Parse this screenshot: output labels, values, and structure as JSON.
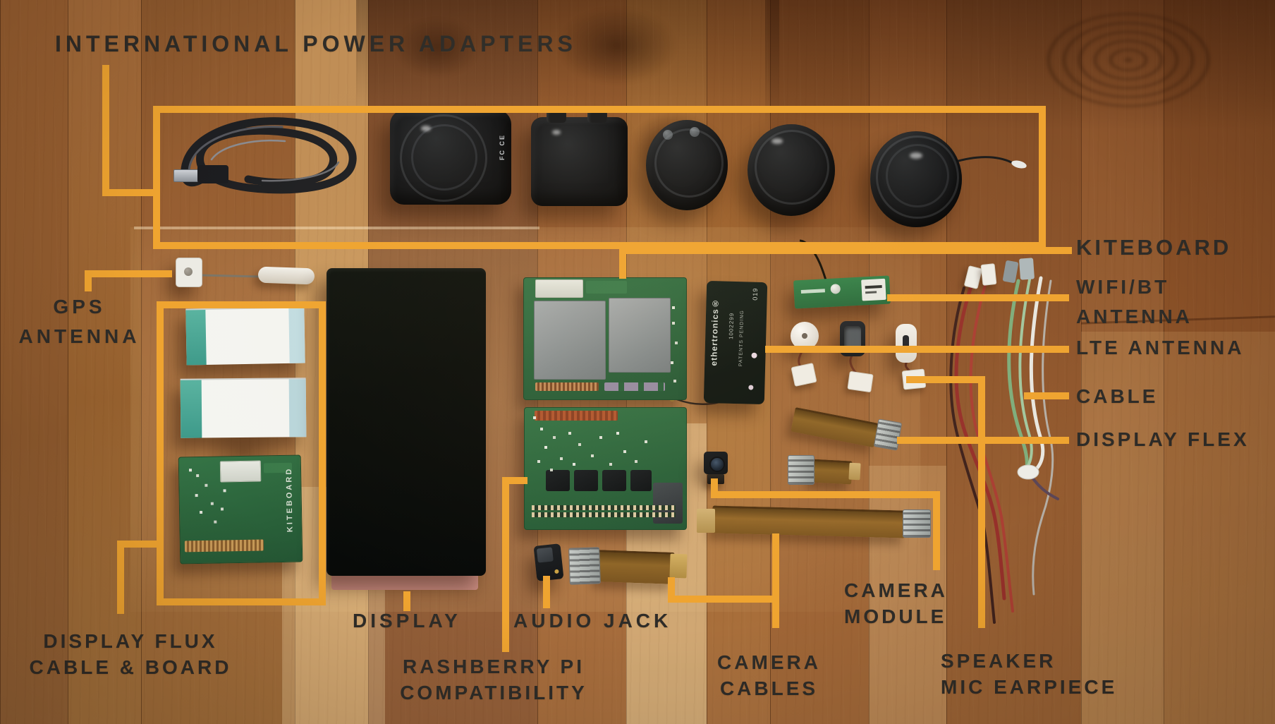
{
  "colors": {
    "annotation": "#EFA430",
    "label": "#2E2C28",
    "wood_base": "#A66B3A",
    "pcb_green": "#2E6B3F"
  },
  "labels": {
    "power": "INTERNATIONAL POWER ADAPTERS",
    "kiteboard": "KITEBOARD",
    "wifi": [
      "WIFI/BT",
      "ANTENNA"
    ],
    "lte": "LTE ANTENNA",
    "cable": "CABLE",
    "display_flex": "DISPLAY FLEX",
    "gps": [
      "GPS",
      "ANTENNA"
    ],
    "display_flux": [
      "DISPLAY FLUX",
      "CABLE & BOARD"
    ],
    "display": "DISPLAY",
    "audio_jack": "AUDIO JACK",
    "raspberry": [
      "RASHBERRY PI",
      "COMPATIBILITY"
    ],
    "camera_cables": [
      "CAMERA",
      "CABLES"
    ],
    "camera_module": [
      "CAMERA",
      "MODULE"
    ],
    "speaker": [
      "SPEAKER",
      "MIC EARPIECE"
    ]
  },
  "board_texts": {
    "flux_board_silk": "KITEBOARD",
    "lte_card_brand": "ethertronics®",
    "lte_card_serial": "1002299",
    "lte_card_patents": "PATENTS PENDING",
    "lte_card_code": "019",
    "adapter_marks": "FC CE"
  }
}
